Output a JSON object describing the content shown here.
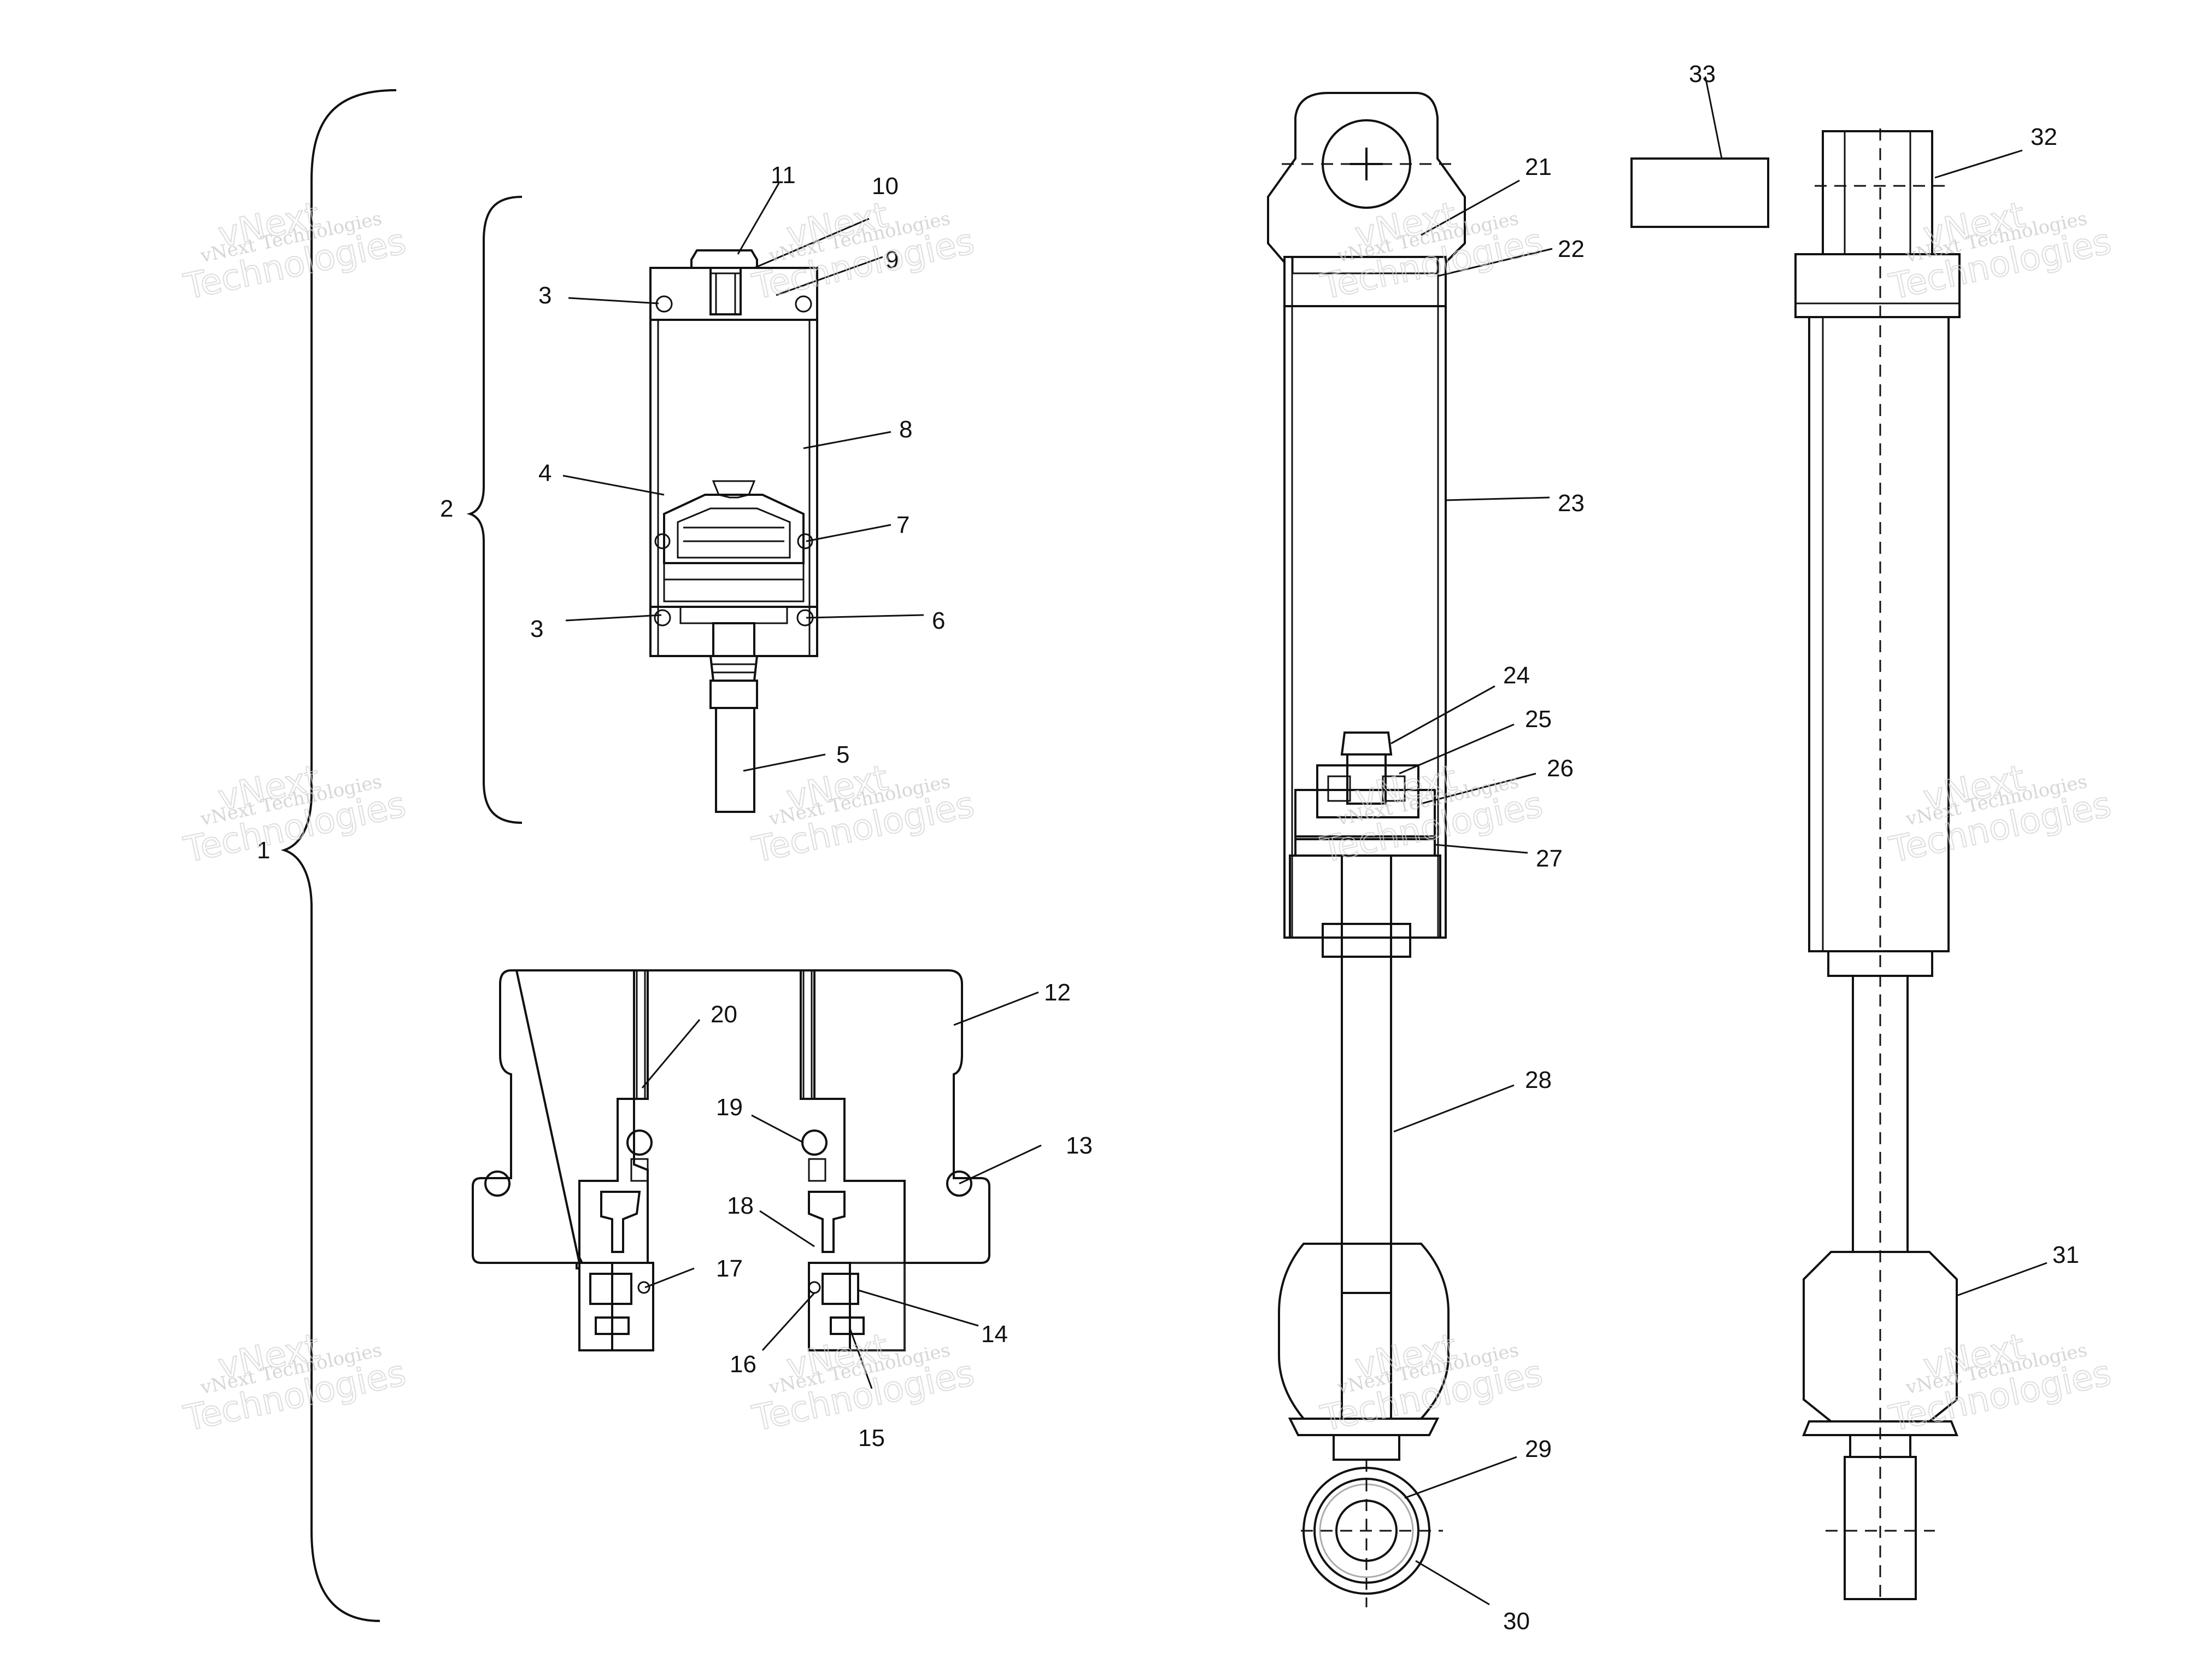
{
  "callouts": {
    "c1": "1",
    "c2": "2",
    "c3a": "3",
    "c3b": "3",
    "c4": "4",
    "c5": "5",
    "c6": "6",
    "c7": "7",
    "c8": "8",
    "c9": "9",
    "c10": "10",
    "c11": "11",
    "c12": "12",
    "c13": "13",
    "c14": "14",
    "c15": "15",
    "c16": "16",
    "c17": "17",
    "c18": "18",
    "c19": "19",
    "c20": "20",
    "c21": "21",
    "c22": "22",
    "c23": "23",
    "c24": "24",
    "c25": "25",
    "c26": "26",
    "c27": "27",
    "c28": "28",
    "c29": "29",
    "c30": "30",
    "c31": "31",
    "c32": "32",
    "c33": "33"
  },
  "watermark": {
    "line1": "vNext Technologies",
    "line2": "vNext",
    "line3": "Technologies"
  }
}
